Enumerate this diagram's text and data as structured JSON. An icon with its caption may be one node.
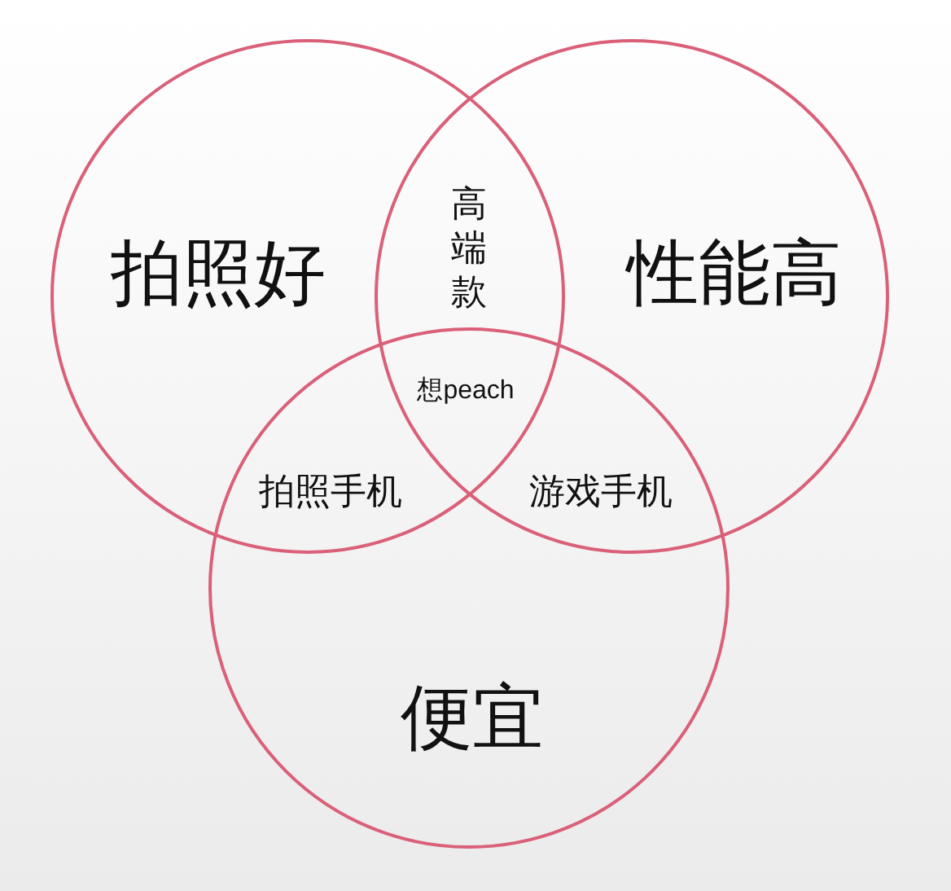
{
  "diagram": {
    "nodes": [
      {
        "text": [
          "拍照好"
        ]
      },
      {
        "text": [
          "性能高"
        ]
      },
      {
        "text": [
          "便宜"
        ]
      }
    ],
    "labels": [
      "高端款",
      "想peach",
      "拍照手机",
      "游戏手机"
    ]
  }
}
